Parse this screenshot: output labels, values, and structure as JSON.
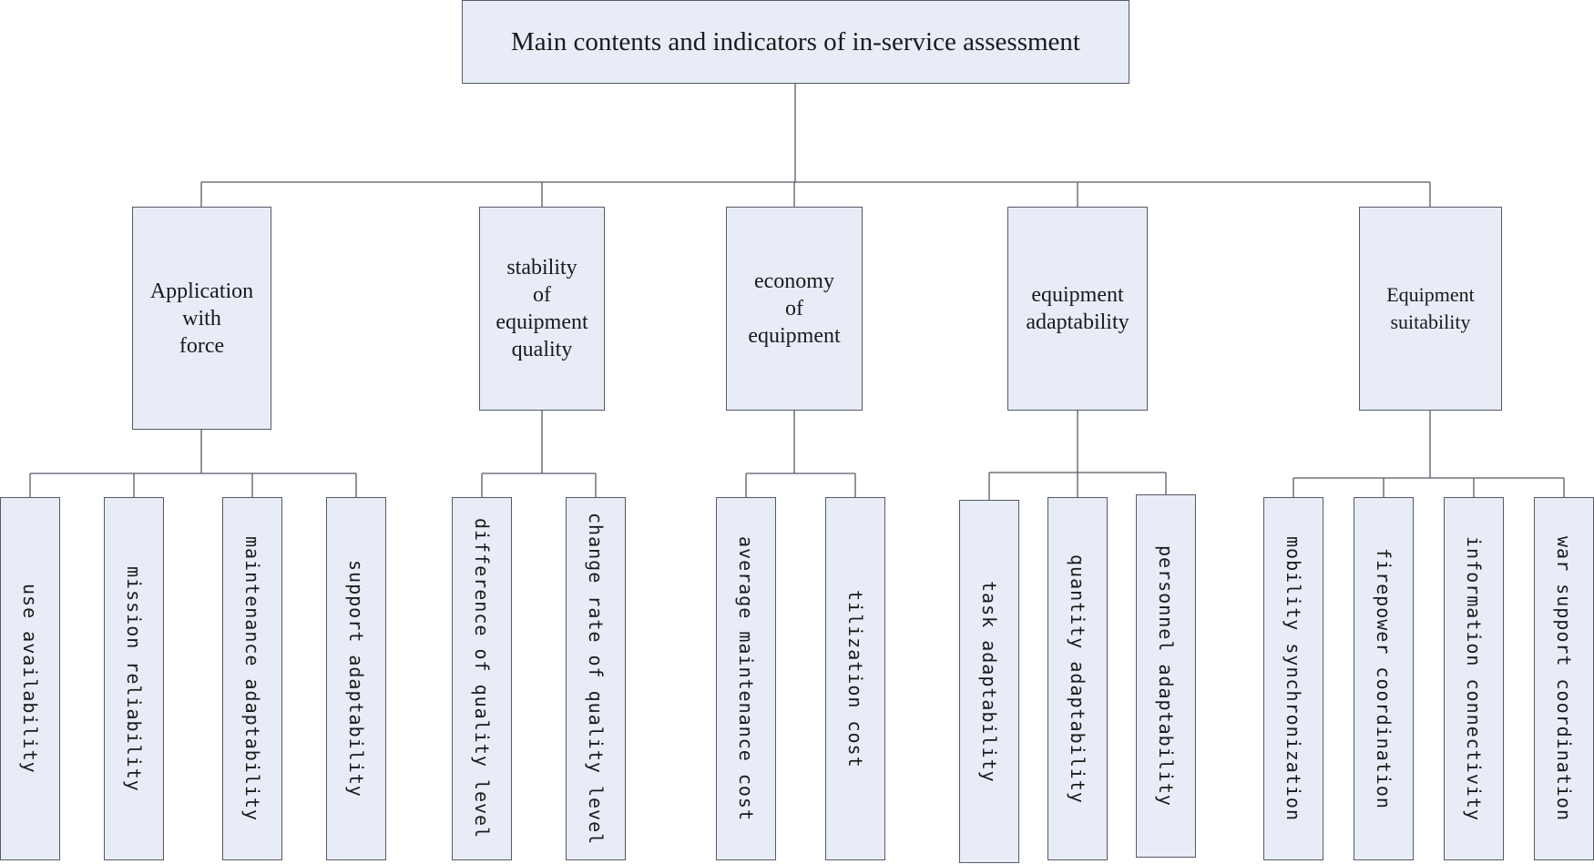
{
  "root": {
    "id": "root",
    "label": "Main contents and indicators of in-service assessment"
  },
  "categories": [
    {
      "id": "force",
      "label": "Application\nwith\nforce"
    },
    {
      "id": "stability",
      "label": "stability\nof\nequipment\nquality"
    },
    {
      "id": "economy",
      "label": "economy\nof\nequipment"
    },
    {
      "id": "adaptability",
      "label": "equipment\nadaptability"
    },
    {
      "id": "suitability",
      "label": "Equipment\nsuitability"
    }
  ],
  "leaves": [
    {
      "id": "use-availability",
      "parent": "force",
      "label": "use availability"
    },
    {
      "id": "mission-reliability",
      "parent": "force",
      "label": "mission reliability"
    },
    {
      "id": "maintenance-adaptability",
      "parent": "force",
      "label": "maintenance adaptability"
    },
    {
      "id": "support-adaptability",
      "parent": "force",
      "label": "support adaptability"
    },
    {
      "id": "difference-quality-level",
      "parent": "stability",
      "label": "difference of quality level"
    },
    {
      "id": "change-rate-quality-level",
      "parent": "stability",
      "label": "change rate of quality level"
    },
    {
      "id": "average-maintenance-cost",
      "parent": "economy",
      "label": "average maintenance cost"
    },
    {
      "id": "tilization-cost",
      "parent": "economy",
      "label": "tilization cost"
    },
    {
      "id": "task-adaptability",
      "parent": "adaptability",
      "label": "task adaptability"
    },
    {
      "id": "quantity-adaptability",
      "parent": "adaptability",
      "label": "quantity adaptability"
    },
    {
      "id": "personnel-adaptability",
      "parent": "adaptability",
      "label": "personnel adaptability"
    },
    {
      "id": "mobility-synchronization",
      "parent": "suitability",
      "label": "mobility synchronization"
    },
    {
      "id": "firepower-coordination",
      "parent": "suitability",
      "label": "firepower coordination"
    },
    {
      "id": "information-connectivity",
      "parent": "suitability",
      "label": "information connectivity"
    },
    {
      "id": "war-support-coordination",
      "parent": "suitability",
      "label": "war support coordination"
    }
  ]
}
